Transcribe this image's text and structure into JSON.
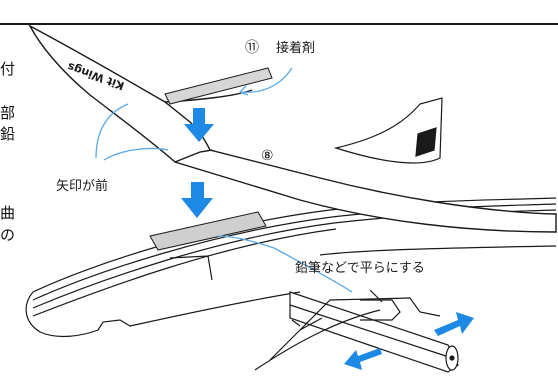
{
  "labels": {
    "step_number": "⑪",
    "adhesive": "接着剤",
    "wing_number": "⑧",
    "arrow_front": "矢印が前",
    "flatten_pencil": "鉛筆などで平らにする"
  },
  "side_text": [
    "付",
    "部",
    "鉛",
    "曲",
    "の"
  ],
  "wing_logo_text": "Kit Wings",
  "colors": {
    "line": "#1a1a1a",
    "arrow_blue": "#1e88e5",
    "leader_blue": "#5aa9e6",
    "glue_fill": "#d6d6d6"
  }
}
